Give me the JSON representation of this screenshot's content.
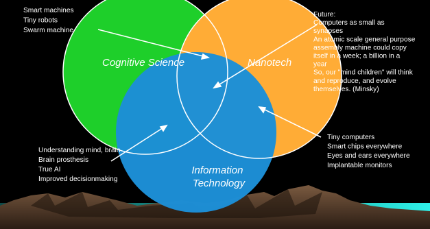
{
  "diagram": {
    "circles": [
      {
        "label": "Cognitive Science",
        "color": "#1ecf2a"
      },
      {
        "label": "Nanotech",
        "color": "#ffac36"
      },
      {
        "label": "Information\nTechnology",
        "color": "#1d8fd6"
      }
    ],
    "outline_color": "#ffffff",
    "top_left_list": [
      "Smart machines",
      "Tiny robots",
      "Swarm machine"
    ],
    "top_right_list": [
      "Future:",
      "Computers as small as",
      "synapses",
      "An atomic scale general purpose",
      "assembly machine could copy",
      "itself in a week; a billion in a",
      "year",
      "So, our \"mind children\" will think",
      "and reproduce, and evolve",
      "themselves. (Minsky)"
    ],
    "bottom_left_list": [
      "Understanding mind, brain",
      "Brain prosthesis",
      "True AI",
      "Improved decisionmaking"
    ],
    "bottom_right_list": [
      "Tiny computers",
      "Smart chips everywhere",
      "Eyes and ears everywhere",
      "Implantable monitors"
    ],
    "background": {
      "sky": "#000000",
      "mountain": "#4a3526",
      "water": "#25e8e0"
    }
  }
}
